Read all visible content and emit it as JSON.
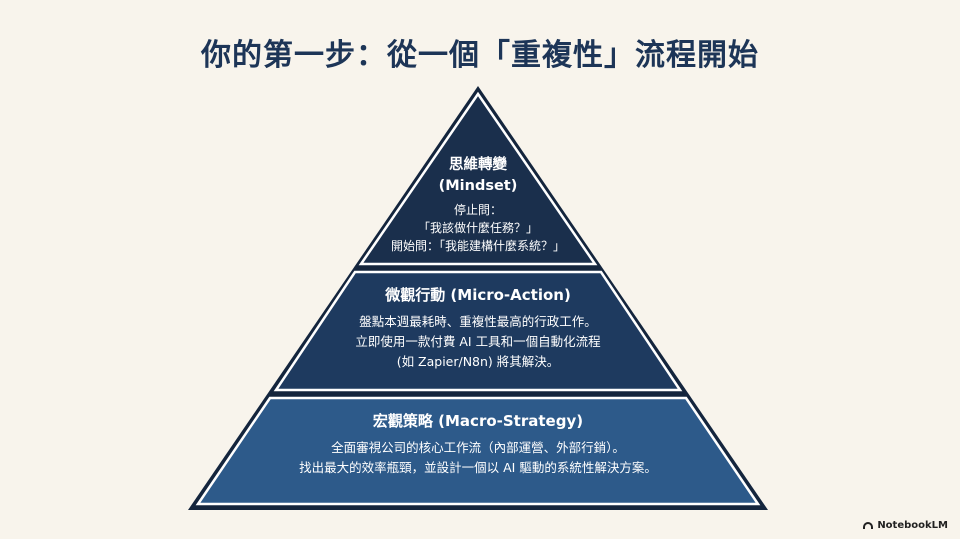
{
  "title": "你的第一步：從一個「重複性」流程開始",
  "pyramid": {
    "top": {
      "title": "思維轉變",
      "subtitle": "(Mindset)",
      "lines": [
        "停止問：",
        "「我該做什麼任務？」",
        "開始問：「我能建構什麼系統？」"
      ],
      "color": "#1a2f4c"
    },
    "middle": {
      "title": "微觀行動 (Micro-Action)",
      "lines": [
        "盤點本週最耗時、重複性最高的行政工作。",
        "立即使用一款付費 AI 工具和一個自動化流程",
        "(如 Zapier/N8n) 將其解決。"
      ],
      "color": "#1e3a5f"
    },
    "bottom": {
      "title": "宏觀策略 (Macro-Strategy)",
      "lines": [
        "全面審視公司的核心工作流（內部運營、外部行銷）。",
        "找出最大的效率瓶頸，並設計一個以 AI 驅動的系統性解決方案。"
      ],
      "color": "#2d5a8a"
    }
  },
  "watermark": "NotebookLM"
}
